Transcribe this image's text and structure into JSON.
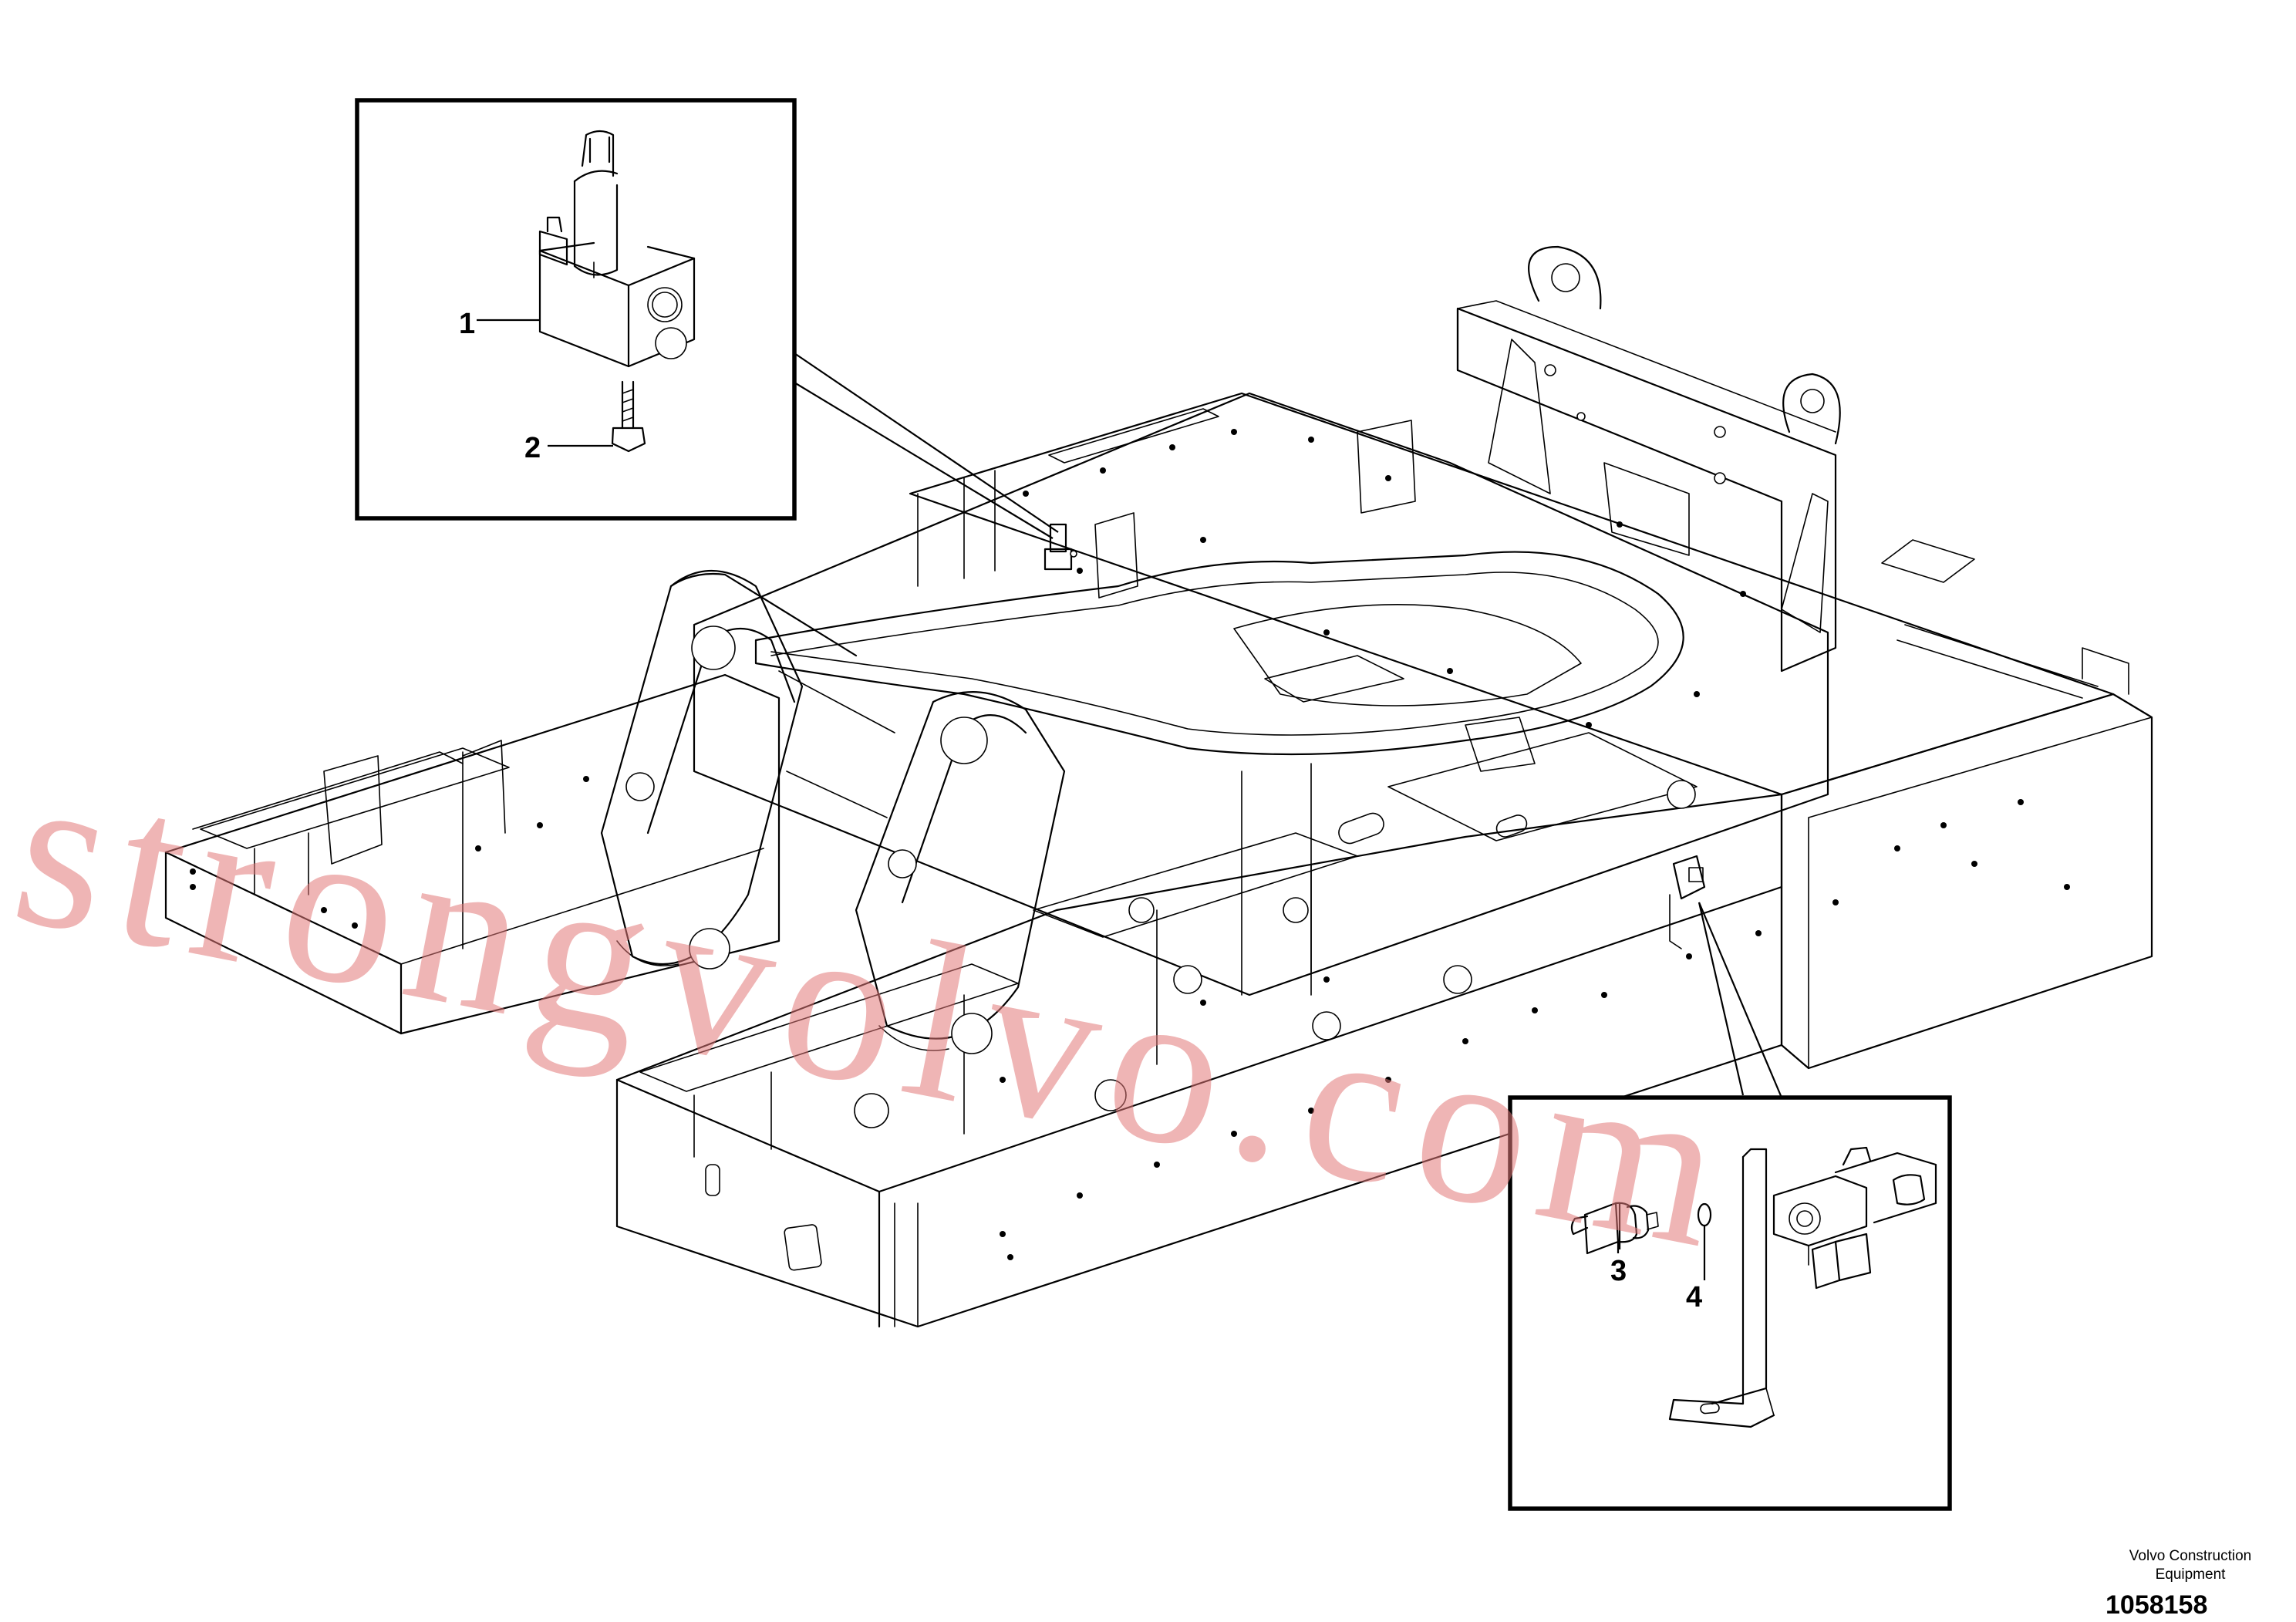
{
  "callouts": [
    {
      "id": "1",
      "label": "1"
    },
    {
      "id": "2",
      "label": "2"
    },
    {
      "id": "3",
      "label": "3"
    },
    {
      "id": "4",
      "label": "4"
    }
  ],
  "watermark": "strongvolvo.com",
  "manufacturer": {
    "line1": "Volvo Construction",
    "line2": "Equipment"
  },
  "drawing_number": "1058158"
}
